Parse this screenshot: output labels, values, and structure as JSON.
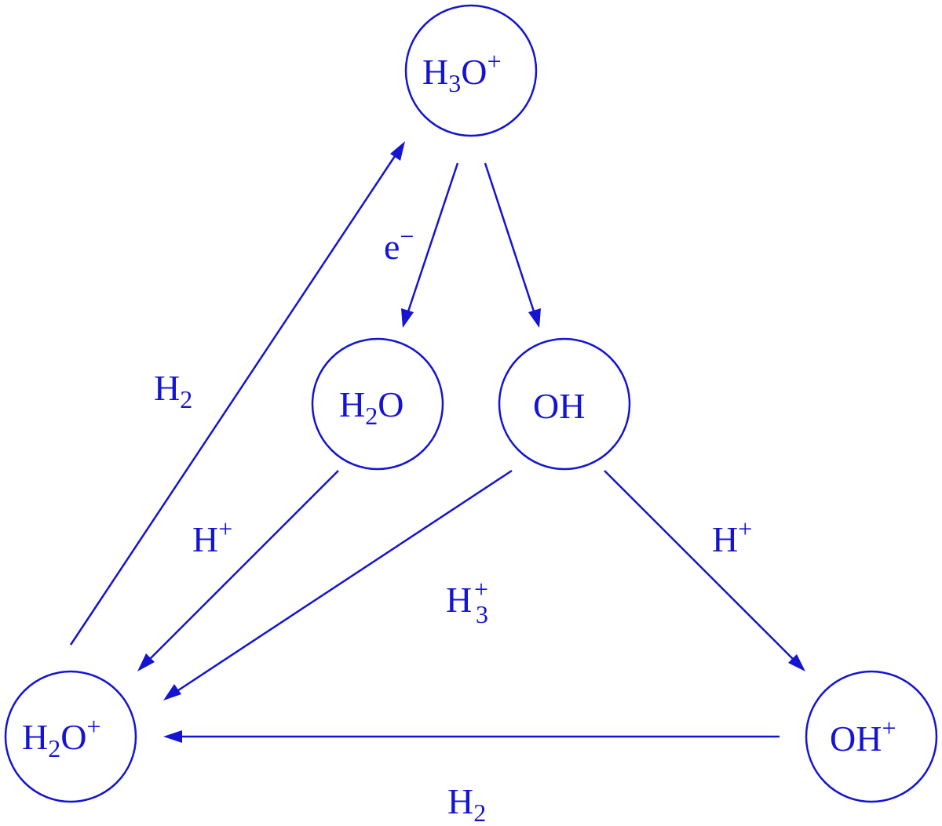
{
  "colors": {
    "ink": "#1414d2",
    "background": "#ffffff"
  },
  "nodes": {
    "h3o_plus": {
      "base": "H",
      "sub": "3",
      "base2": "O",
      "sup": "+"
    },
    "h2o": {
      "base": "H",
      "sub": "2",
      "base2": "O",
      "sup": ""
    },
    "oh": {
      "base": "OH",
      "sub": "",
      "base2": "",
      "sup": ""
    },
    "h2o_plus": {
      "base": "H",
      "sub": "2",
      "base2": "O",
      "sup": "+"
    },
    "oh_plus": {
      "base": "OH",
      "sub": "",
      "base2": "",
      "sup": "+"
    }
  },
  "edge_labels": {
    "h2o_plus_to_h3o_plus": {
      "base": "H",
      "sub": "2",
      "sup": ""
    },
    "h3o_plus_to_h2o": {
      "base": "e",
      "sub": "",
      "sup": "−"
    },
    "h2o_to_h2o_plus": {
      "base": "H",
      "sub": "",
      "sup": "+"
    },
    "oh_to_h2o_plus": {
      "base": "H",
      "sub": "3",
      "sup": "+"
    },
    "oh_to_oh_plus": {
      "base": "H",
      "sub": "",
      "sup": "+"
    },
    "oh_plus_to_h2o_plus": {
      "base": "H",
      "sub": "2",
      "sup": ""
    }
  }
}
